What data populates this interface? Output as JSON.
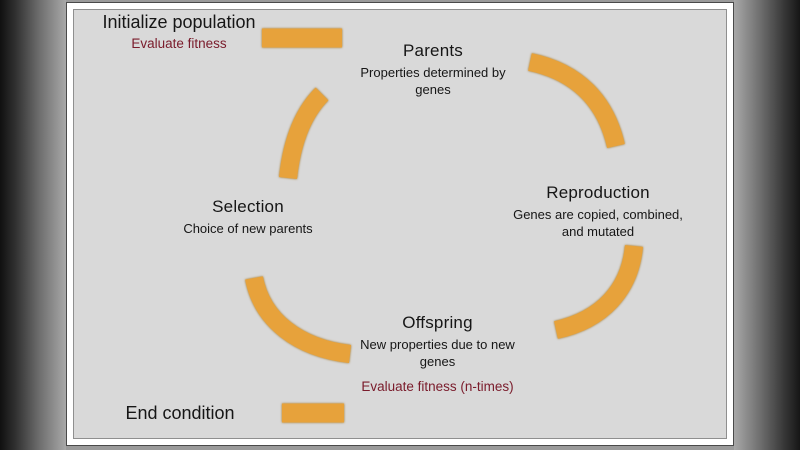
{
  "colors": {
    "arrow": "#e7a23b",
    "accent_text": "#7a1b2b",
    "text": "#161616",
    "panel_bg": "#d9d9d9"
  },
  "nodes": {
    "initialize": {
      "title": "Initialize population",
      "note": "Evaluate fitness"
    },
    "parents": {
      "title": "Parents",
      "subtitle": "Properties determined by genes"
    },
    "reproduction": {
      "title": "Reproduction",
      "subtitle": "Genes are copied, combined, and mutated"
    },
    "offspring": {
      "title": "Offspring",
      "subtitle": "New properties due to new genes",
      "note": "Evaluate fitness (n-times)"
    },
    "selection": {
      "title": "Selection",
      "subtitle": "Choice of new parents"
    },
    "end_condition": {
      "title": "End condition"
    }
  },
  "arrows": [
    {
      "name": "initialize-to-parents"
    },
    {
      "name": "parents-to-reproduction"
    },
    {
      "name": "reproduction-to-offspring"
    },
    {
      "name": "offspring-to-selection"
    },
    {
      "name": "selection-to-parents"
    },
    {
      "name": "offspring-to-end-condition"
    }
  ]
}
